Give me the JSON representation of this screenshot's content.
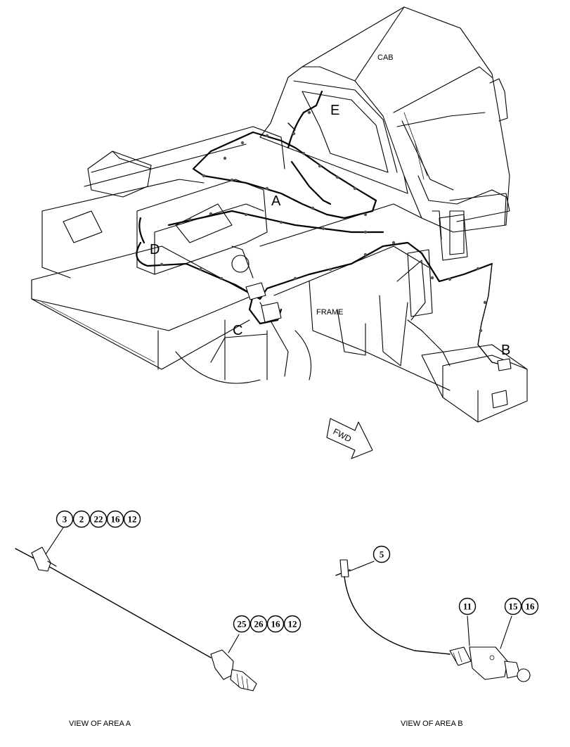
{
  "diagram": {
    "labels": {
      "cab": "CAB",
      "frame": "FRAME",
      "fwd": "FWD"
    },
    "callouts": {
      "a": "A",
      "b": "B",
      "c": "C",
      "d": "D",
      "e": "E"
    },
    "view_a": {
      "caption": "VIEW OF AREA  A",
      "balloons_top": [
        "3",
        "2",
        "22",
        "16",
        "12"
      ],
      "balloons_bottom": [
        "25",
        "26",
        "16",
        "12"
      ]
    },
    "view_b": {
      "caption": "VIEW OF AREA  B",
      "balloon_cable": [
        "5"
      ],
      "balloon_connector": [
        "11"
      ],
      "balloons_plug": [
        "15",
        "16"
      ]
    }
  }
}
